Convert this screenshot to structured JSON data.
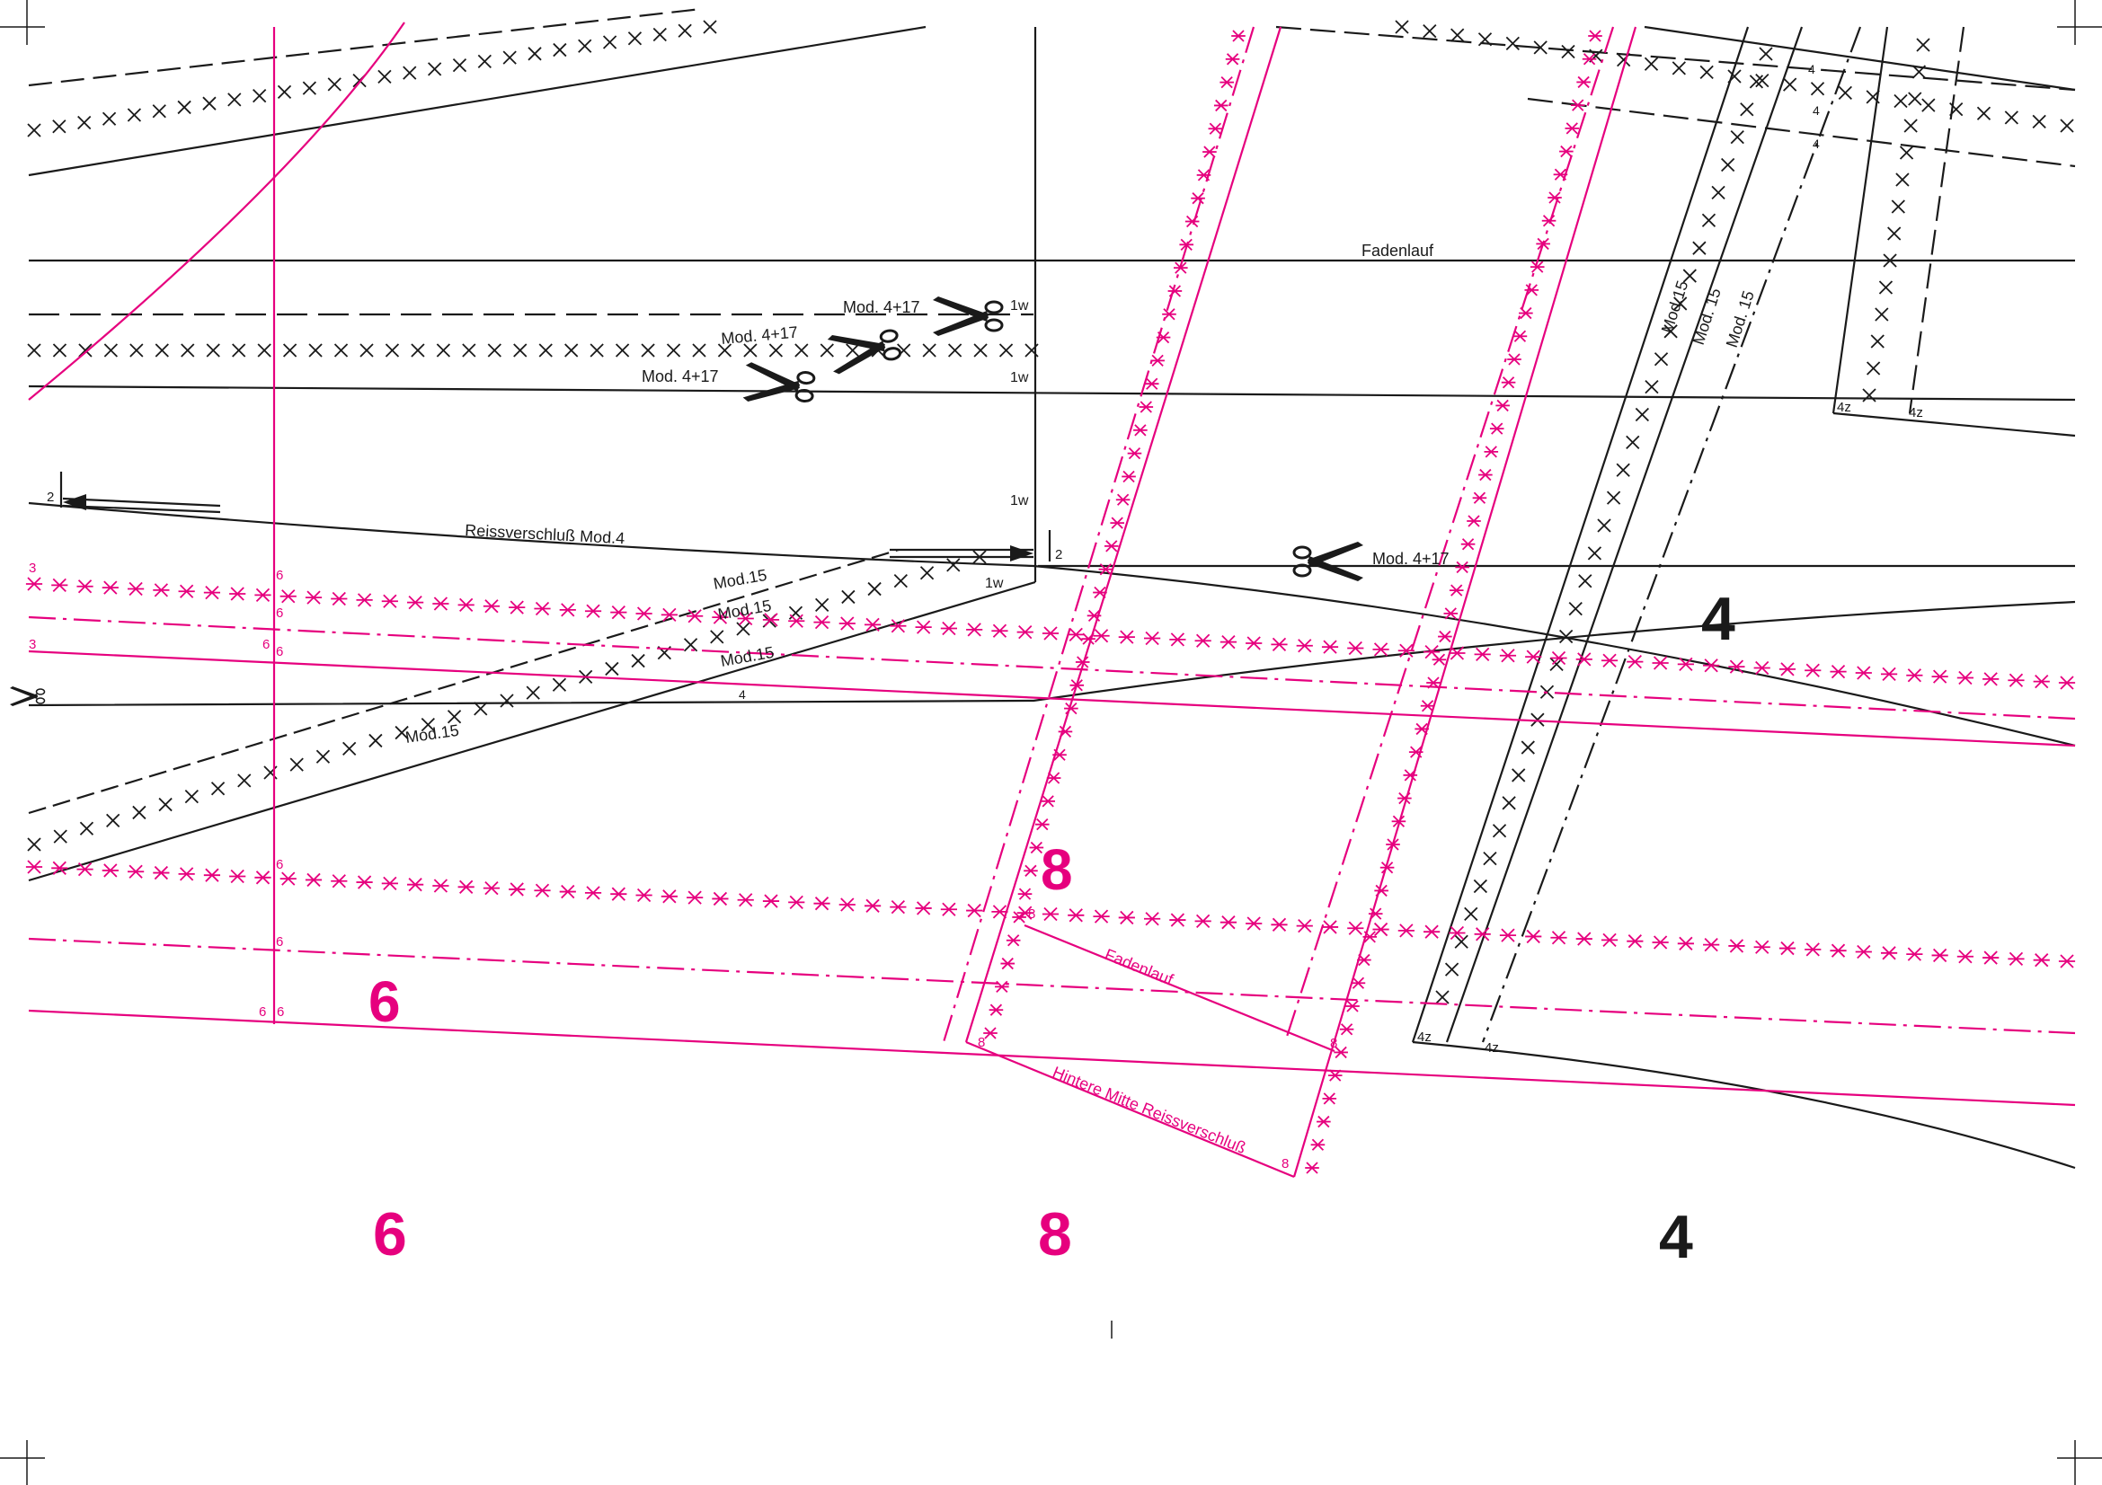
{
  "colors": {
    "ink": "#1a1a1a",
    "magenta": "#e6007e",
    "paper": "#ffffff"
  },
  "labels": {
    "fadenlauf": "Fadenlauf",
    "mod_4_17": "Mod. 4+17",
    "mod_15": "Mod.15",
    "mod_15_sp": "Mod. 15",
    "reissverschluss_mod4": "Reissverschluß Mod.4",
    "hintere_mitte": "Hintere Mitte  Reissverschluß",
    "w1": "1w",
    "z4": "4z",
    "n2": "2",
    "n3": "3",
    "n4": "4",
    "n6": "6",
    "n8": "8"
  },
  "piece_numbers": {
    "p6": "6",
    "p8": "8",
    "p4": "4"
  },
  "icons": [
    "scissors-icon",
    "grainline-arrow-icon",
    "crop-mark-icon"
  ]
}
